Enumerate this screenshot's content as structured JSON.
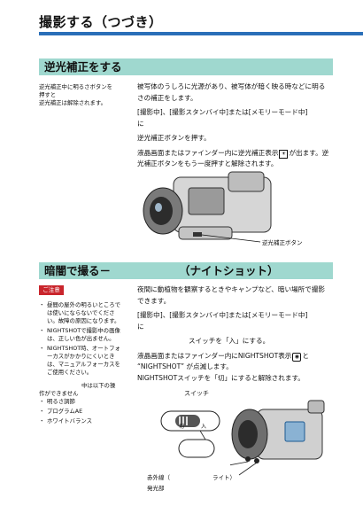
{
  "page_title": "撮影する（つづき）",
  "section1": {
    "heading": "逆光補正をする",
    "sidebar_lines": [
      "逆光補正中に明るさボタンを",
      "押すと",
      "逆光補正は解除されます。"
    ],
    "intro_lines": [
      "被写体のうしろに光源があり、被写体が暗く映る時などに明る",
      "さの補正をします。"
    ],
    "step1": "[撮影中]、[撮影スタンバイ中]または[メモリーモード中]",
    "step1_suffix": "に",
    "step2": "逆光補正ボタンを押す。",
    "result_lines": [
      "液晶画面またはファインダー内に逆光補正表示",
      "が出ます。逆",
      "光補正ボタンをもう一度押すと解除されます。"
    ],
    "callout": "逆光補正ボタン"
  },
  "section2": {
    "heading_left": "暗闇で撮る－",
    "heading_right": "（ナイトショット）",
    "caution_label": "ご注意",
    "notes": [
      "昼間の屋外の明るいところでは使いにならないでください。故障の原因になります。",
      "NIGHTSHOTで撮影中の画像は、正しい色が出ません。",
      "NIGHTSHOT時、オートフォーカスがかかりにくいときは、マニュアルフォーカスをご使用ください。"
    ],
    "extra_line1": "中は以下の操",
    "extra_line2": "作ができません",
    "extra_items": [
      "明るさ調節",
      "プログラムAE",
      "ホワイトバランス"
    ],
    "intro_lines": [
      "夜間に動植物を観察するときやキャンプなど、暗い場所で撮影",
      "できます。"
    ],
    "step1": "[撮影中]、[撮影スタンバイ中]または[メモリーモード中]",
    "step1_suffix": "に",
    "step2": "スイッチを「入」にする。",
    "result_lines": [
      "液晶画面またはファインダー内にNIGHTSHOT表示",
      "と",
      "“NIGHTSHOT” が点滅します。",
      "NIGHTSHOTスイッチを「切」にすると解除されます。"
    ],
    "switch_label": "スイッチ",
    "off_label": "切",
    "on_label": "入",
    "ir_label_1": "赤外線（",
    "ir_label_2": "発光部",
    "light_label": "ライト）"
  },
  "colors": {
    "title_rule": "#2a6fb8",
    "section_bar": "#9fd8cf",
    "caution": "#c9252c"
  }
}
